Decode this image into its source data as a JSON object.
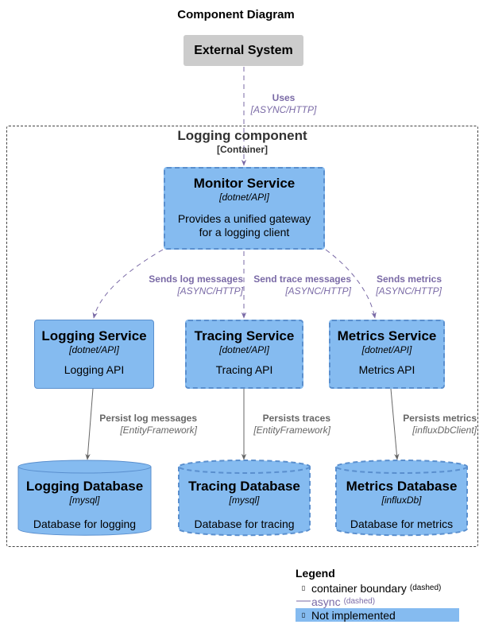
{
  "title": "Component Diagram",
  "external": {
    "name": "External System"
  },
  "ext_edge": {
    "label": "Uses",
    "tech": "[ASYNC/HTTP]"
  },
  "boundary": {
    "title": "Logging component",
    "subtitle": "[Container]"
  },
  "monitor": {
    "name": "Monitor Service",
    "tech": "[dotnet/API]",
    "desc_1": "Provides a unified gateway",
    "desc_2": "for a logging client"
  },
  "services": {
    "logging": {
      "name": "Logging Service",
      "tech": "[dotnet/API]",
      "desc": "Logging API"
    },
    "tracing": {
      "name": "Tracing Service",
      "tech": "[dotnet/API]",
      "desc": "Tracing API"
    },
    "metrics": {
      "name": "Metrics Service",
      "tech": "[dotnet/API]",
      "desc": "Metrics API"
    }
  },
  "edges": {
    "log": {
      "label": "Sends log messages",
      "tech": "[ASYNC/HTTP]"
    },
    "trace": {
      "label": "Send trace messages",
      "tech": "[ASYNC/HTTP]"
    },
    "metrics": {
      "label": "Sends metrics",
      "tech": "[ASYNC/HTTP]"
    },
    "persist_log": {
      "label": "Persist log messages",
      "tech": "[EntityFramework]"
    },
    "persist_trace": {
      "label": "Persists traces",
      "tech": "[EntityFramework]"
    },
    "persist_metrics": {
      "label": "Persists metrics",
      "tech": "[influxDbClient]"
    }
  },
  "databases": {
    "logging": {
      "name": "Logging Database",
      "tech": "[mysql]",
      "desc": "Database for logging"
    },
    "tracing": {
      "name": "Tracing Database",
      "tech": "[mysql]",
      "desc": "Database for tracing"
    },
    "metrics": {
      "name": "Metrics Database",
      "tech": "[influxDb]",
      "desc": "Database for metrics"
    }
  },
  "legend": {
    "title": "Legend",
    "boundary_label": "container boundary",
    "boundary_note": "(dashed)",
    "async_label": "async",
    "async_note": "(dashed)",
    "not_impl_label": "Not implemented"
  },
  "colors": {
    "component_fill": "#85bbf0",
    "component_border": "#5a8fce",
    "external_fill": "#cccccc",
    "async_line": "#7a6aa6",
    "sync_line": "#666666"
  }
}
